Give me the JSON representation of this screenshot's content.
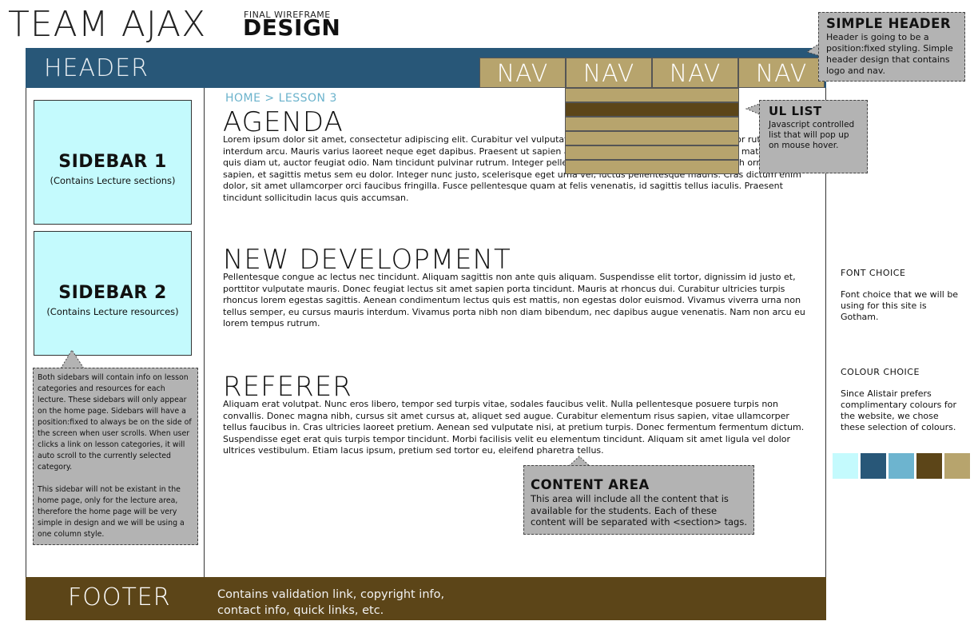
{
  "title": {
    "team": "TEAM AJAX",
    "final": "FINAL WIREFRAME",
    "design": "DESIGN"
  },
  "header": {
    "label": "HEADER",
    "nav": [
      "NAV",
      "NAV",
      "NAV",
      "NAV"
    ]
  },
  "sidebars": [
    {
      "title": "SIDEBAR 1",
      "sub": "(Contains Lecture sections)"
    },
    {
      "title": "SIDEBAR 2",
      "sub": "(Contains Lecture resources)"
    }
  ],
  "sidebar_note": {
    "p1": "Both sidebars will contain info on lesson categories and resources for each lecture. These sidebars will only appear on the home page. Sidebars will have a position:fixed to always be on the side of the screen when user scrolls. When user clicks a link on lesson categories, it will auto scroll to the currently selected category.",
    "p2": "This sidebar will not be existant in the home page, only for the lecture area, therefore the home page will be very simple in design and we will be using a one column style."
  },
  "breadcrumb": "HOME > LESSON 3",
  "sections": [
    {
      "title": "AGENDA",
      "body": "Lorem ipsum dolor sit amet, consectetur adipiscing elit. Curabitur vel vulputate lorem. Nulla fermentum lacus in tortor rutrum interdum arcu. Mauris varius laoreet neque eget dapibus. Praesent ut sapien at lectus tincidunt pretium. Curabitur id mattis facilisis quis diam ut, auctor feugiat odio. Nam tincidunt pulvinar rutrum. Integer pellentesque nibh eget accumsan libero nibh ornare sapien, et sagittis metus sem eu dolor. Integer nunc justo, scelerisque eget urna vel, luctus pellentesque mauris. Cras dictum enim dolor, sit amet ullamcorper orci faucibus fringilla. Fusce pellentesque quam at felis venenatis, id sagittis tellus iaculis. Praesent tincidunt sollicitudin lacus quis accumsan."
    },
    {
      "title": "NEW DEVELOPMENT",
      "body": "Pellentesque congue ac lectus nec tincidunt. Aliquam sagittis non ante quis aliquam. Suspendisse elit tortor, dignissim id justo et, porttitor vulputate mauris. Donec feugiat lectus sit amet sapien porta tincidunt. Mauris at rhoncus dui. Curabitur ultricies turpis rhoncus lorem egestas sagittis. Aenean condimentum lectus quis est mattis, non egestas dolor euismod. Vivamus viverra urna non tellus semper, eu cursus mauris interdum. Vivamus porta nibh non diam bibendum, nec dapibus augue venenatis. Nam non arcu eu lorem tempus rutrum."
    },
    {
      "title": "REFERER",
      "body": "Aliquam erat volutpat. Nunc eros libero, tempor sed turpis vitae, sodales faucibus velit. Nulla pellentesque posuere turpis non convallis. Donec magna nibh, cursus sit amet cursus at, aliquet sed augue. Curabitur elementum risus sapien, vitae ullamcorper tellus faucibus in. Cras ultricies laoreet pretium. Aenean sed vulputate nisi, at pretium turpis. Donec fermentum fermentum dictum. Suspendisse eget erat quis turpis tempor tincidunt. Morbi facilisis velit eu elementum tincidunt. Aliquam sit amet ligula vel dolor ultrices vestibulum. Etiam lacus ipsum, pretium sed tortor eu, eleifend pharetra tellus."
    }
  ],
  "notes": {
    "simple_header": {
      "title": "SIMPLE HEADER",
      "body": "Header is going to be a position:fixed styling. Simple header design that contains logo and nav."
    },
    "ul_list": {
      "title": "UL LIST",
      "body": "Javascript controlled list that will pop up on mouse hover."
    },
    "content_area": {
      "title": "CONTENT AREA",
      "body": "This area will include all the content that is available for the students. Each of these content will be separated with <section> tags."
    }
  },
  "footer": {
    "label": "FOOTER",
    "text": "Contains validation link, copyright info, contact info, quick links, etc."
  },
  "font_choice": {
    "label": "FONT CHOICE",
    "text": "Font choice that we will be using for this site is Gotham."
  },
  "colour_choice": {
    "label": "COLOUR CHOICE",
    "text": "Since Alistair prefers complimentary colours for the website, we chose these selection of colours.",
    "swatches": [
      "#c4fafd",
      "#285778",
      "#6db4cf",
      "#5c4518",
      "#b7a46d"
    ]
  }
}
